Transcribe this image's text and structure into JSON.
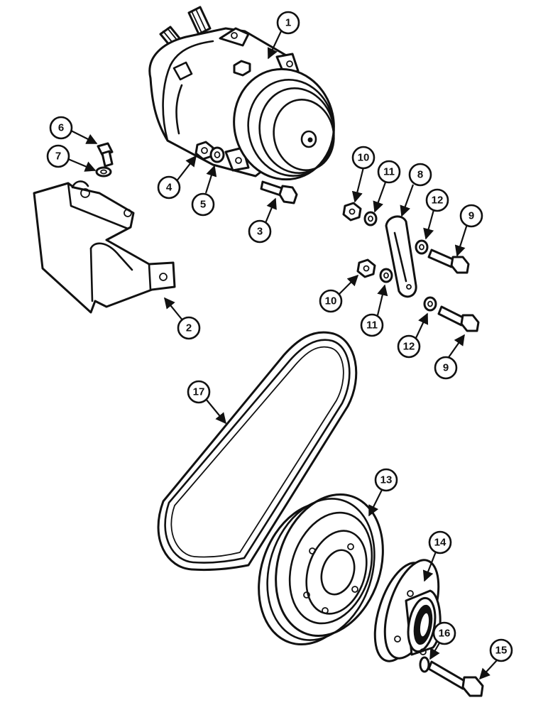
{
  "callouts": {
    "c1": "1",
    "c2": "2",
    "c3": "3",
    "c4": "4",
    "c5": "5",
    "c6": "6",
    "c7": "7",
    "c8": "8",
    "c9a": "9",
    "c9b": "9",
    "c10a": "10",
    "c10b": "10",
    "c11a": "11",
    "c11b": "11",
    "c12a": "12",
    "c12b": "12",
    "c13": "13",
    "c14": "14",
    "c15": "15",
    "c16": "16",
    "c17": "17"
  }
}
